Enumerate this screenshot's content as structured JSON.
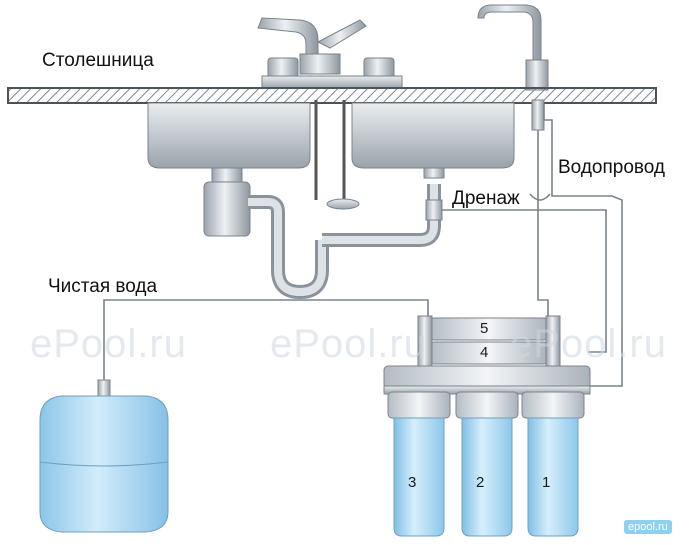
{
  "labels": {
    "countertop": "Столешница",
    "water_supply": "Водопровод",
    "drain": "Дренаж",
    "clean_water": "Чистая вода"
  },
  "filters": {
    "housing_1": "1",
    "housing_2": "2",
    "housing_3": "3",
    "membrane_4": "4",
    "postfilter_5": "5"
  },
  "watermarks": {
    "left": "ePool.ru",
    "center": "ePool.ru",
    "right": "ePool.ru",
    "corner": "epool.ru"
  },
  "colors": {
    "pipe": "#6b7680",
    "tank": "#a8d4ef",
    "housing": "#b9e0f5",
    "metal": "#c9cfd5"
  }
}
